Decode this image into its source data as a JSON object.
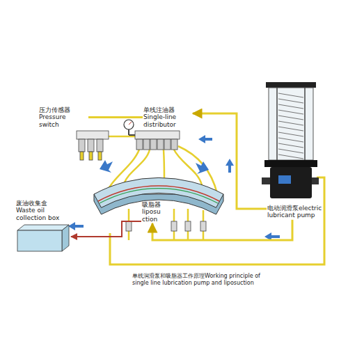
{
  "diagram": {
    "caption": "单线润滑泵和吸脂器工作原理Working principle of single line lubrication pump and liposuction",
    "nodes": [
      {
        "text": [
          "压力传感器",
          "Pressure switch"
        ]
      },
      {
        "text": [
          "单线注油器",
          "Single-line distributor"
        ]
      },
      {
        "text": [
          "废油收集盒",
          "Waste oil collection box"
        ]
      },
      {
        "text": [
          "吸脂器",
          "liposu ction"
        ]
      },
      {
        "text": [
          "电动润滑泵electric lubricant pump"
        ]
      }
    ],
    "edges": [
      {
        "from": 4,
        "to": 1,
        "arrow": "to"
      },
      {
        "from": 1,
        "to": 0,
        "arrow": "none"
      },
      {
        "from": 4,
        "to": 3,
        "arrow": "to"
      },
      {
        "from": 3,
        "to": 2,
        "arrow": "to"
      }
    ]
  }
}
